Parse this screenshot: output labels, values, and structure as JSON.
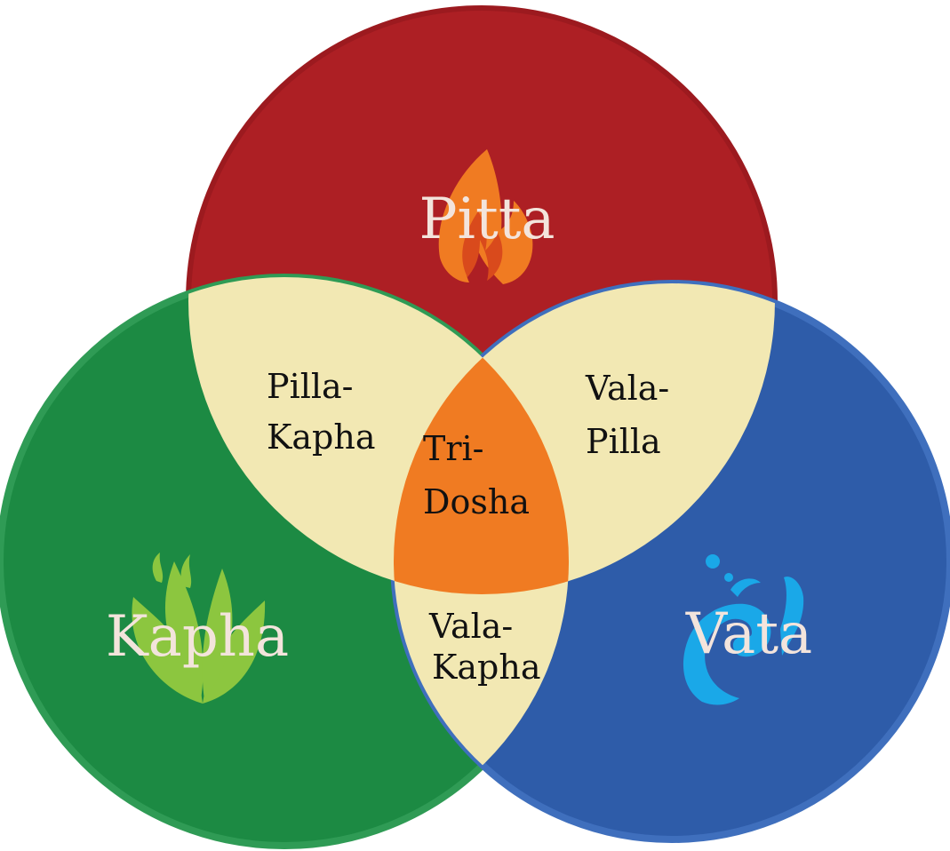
{
  "diagram": {
    "circles": [
      {
        "id": "pitta",
        "label": "Pitta",
        "color": "#ad1f24",
        "icon": "flame-icon"
      },
      {
        "id": "kapha",
        "label": "Kapha",
        "color": "#1c8a43",
        "icon": "leaf-icon"
      },
      {
        "id": "vata",
        "label": "Vata",
        "color": "#2e5ca9",
        "icon": "wave-icon"
      }
    ],
    "overlaps": {
      "pitta_kapha": [
        "Pilla-",
        "Kapha"
      ],
      "vata_pitta": [
        "Vala-",
        "Pilla"
      ],
      "vata_kapha": [
        "Vala-",
        "Kapha"
      ],
      "center": [
        "Tri-",
        "Dosha"
      ]
    },
    "colors": {
      "pair_overlap": "#f2e8b3",
      "center": "#f07b22",
      "flame_outer": "#f07b22",
      "flame_inner": "#d94a1c",
      "leaf": "#8cc63f",
      "wave": "#1aa8e8"
    }
  }
}
